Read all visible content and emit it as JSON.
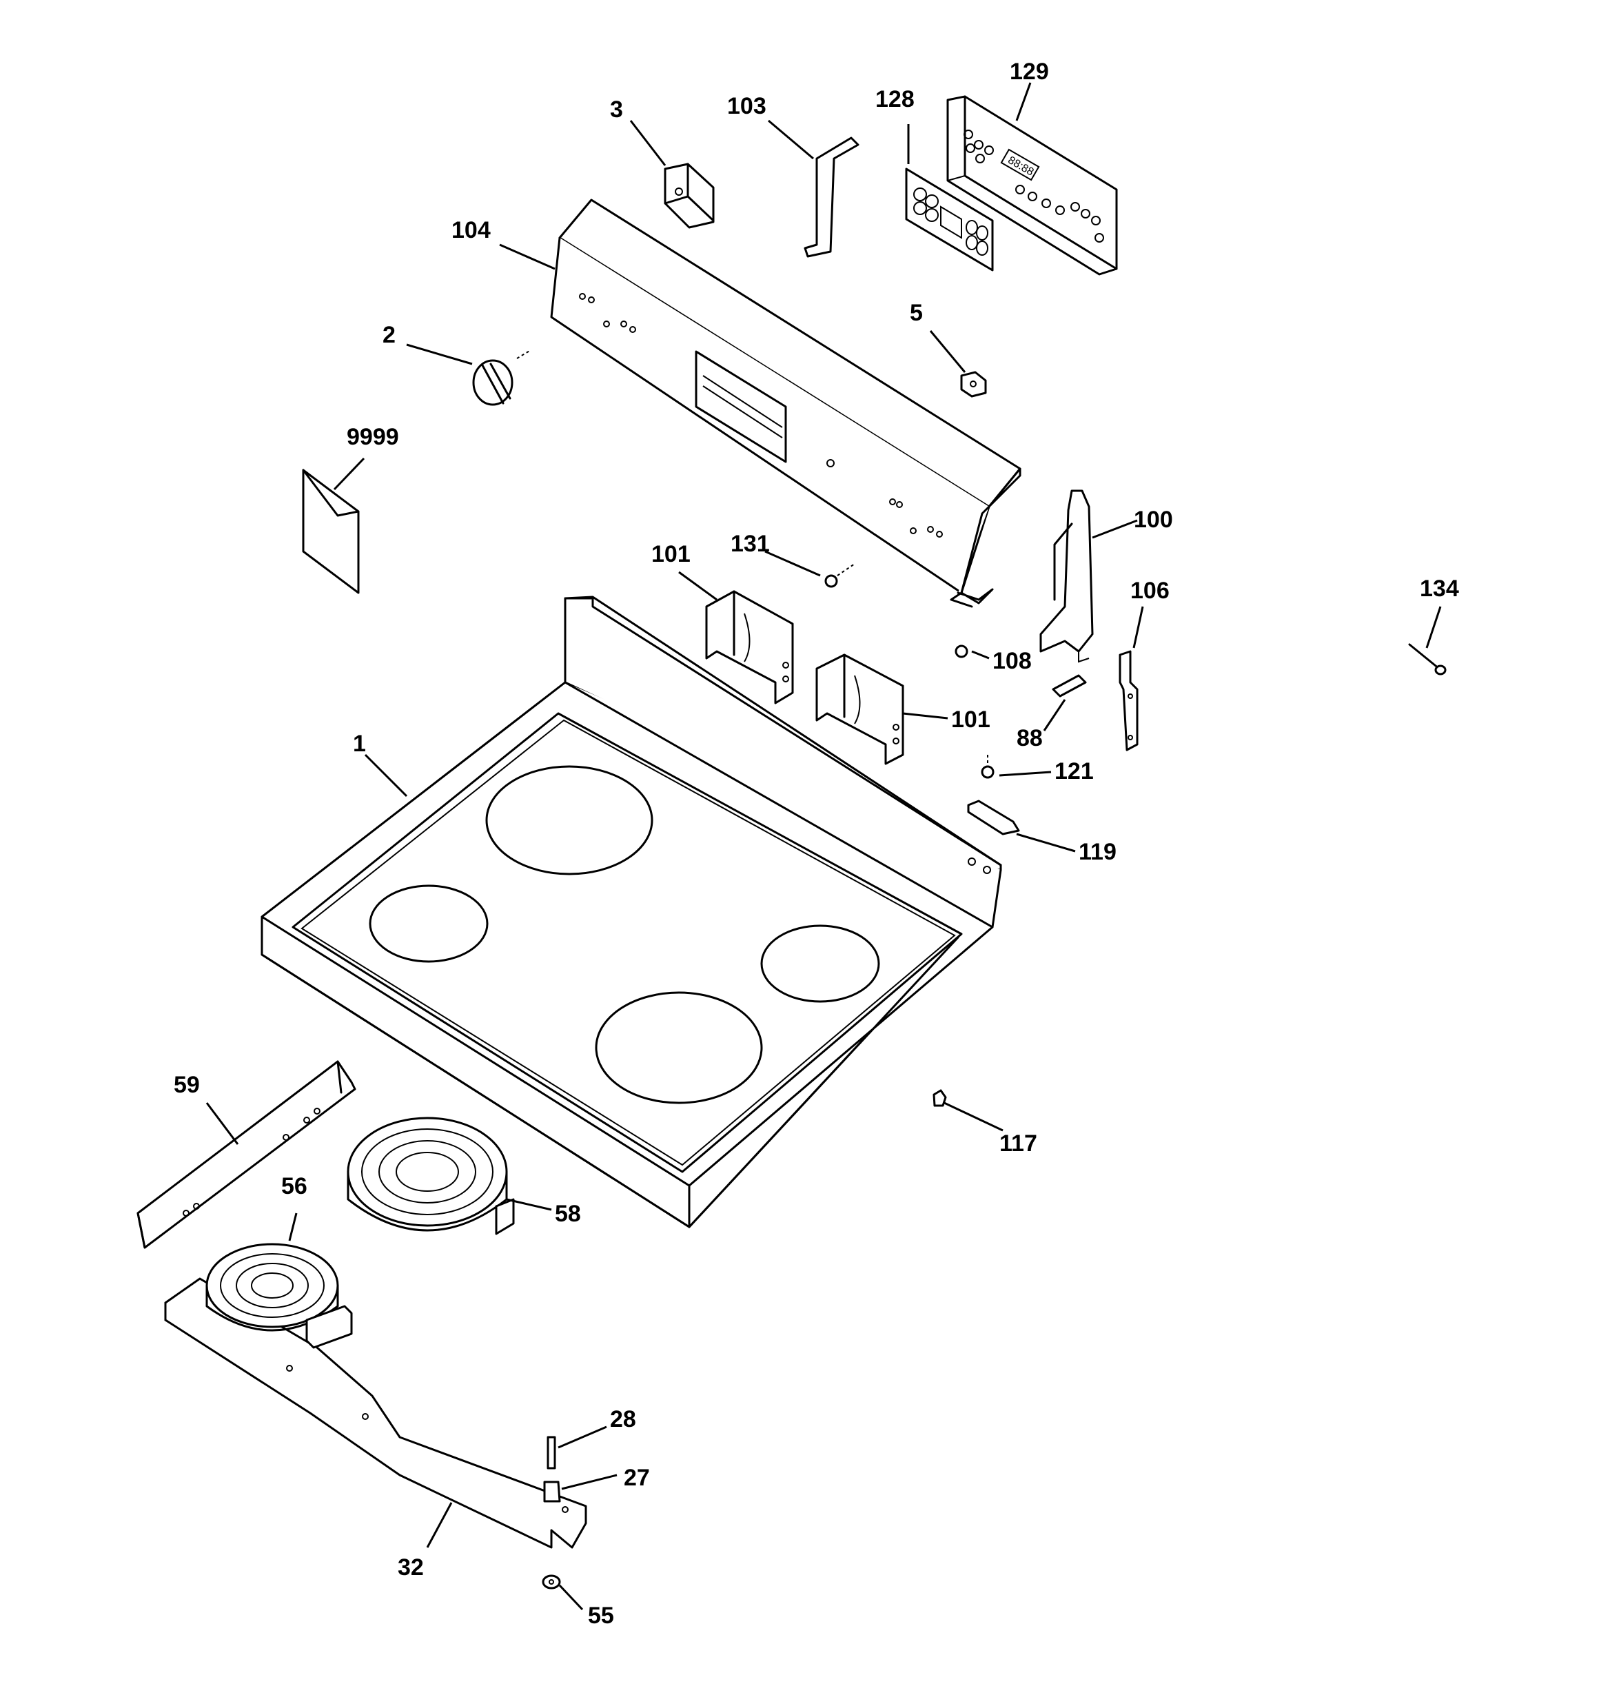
{
  "labels": {
    "p1": "1",
    "p2": "2",
    "p3": "3",
    "p5": "5",
    "p27": "27",
    "p28": "28",
    "p32": "32",
    "p55": "55",
    "p56": "56",
    "p58": "58",
    "p59": "59",
    "p88": "88",
    "p100": "100",
    "p101a": "101",
    "p101b": "101",
    "p103": "103",
    "p104": "104",
    "p106": "106",
    "p108": "108",
    "p117": "117",
    "p119": "119",
    "p121": "121",
    "p128": "128",
    "p129": "129",
    "p131": "131",
    "p134": "134",
    "p9999": "9999"
  },
  "display_readout": "88:88"
}
